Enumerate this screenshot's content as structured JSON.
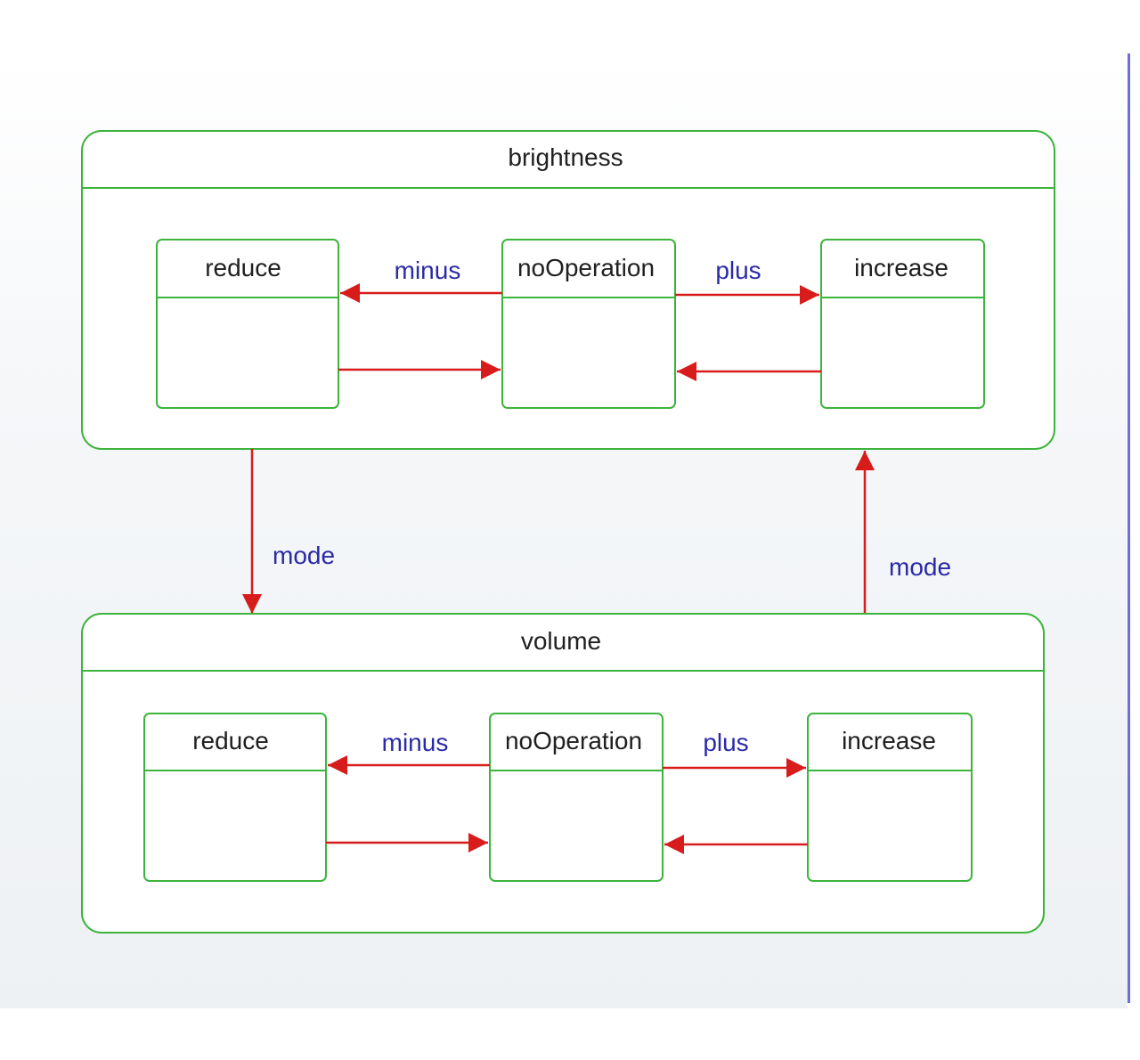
{
  "colors": {
    "state_border": "#3cb43c",
    "transition": "#d81c1c",
    "event_text": "#2a2aa8",
    "title_text": "#202020"
  },
  "brightness": {
    "title": "brightness",
    "states": {
      "reduce": "reduce",
      "noOperation": "noOperation",
      "increase": "increase"
    },
    "events": {
      "minus": "minus",
      "plus": "plus"
    }
  },
  "volume": {
    "title": "volume",
    "states": {
      "reduce": "reduce",
      "noOperation": "noOperation",
      "increase": "increase"
    },
    "events": {
      "minus": "minus",
      "plus": "plus"
    }
  },
  "transitions": {
    "brightness_to_volume": "mode",
    "volume_to_brightness": "mode"
  }
}
